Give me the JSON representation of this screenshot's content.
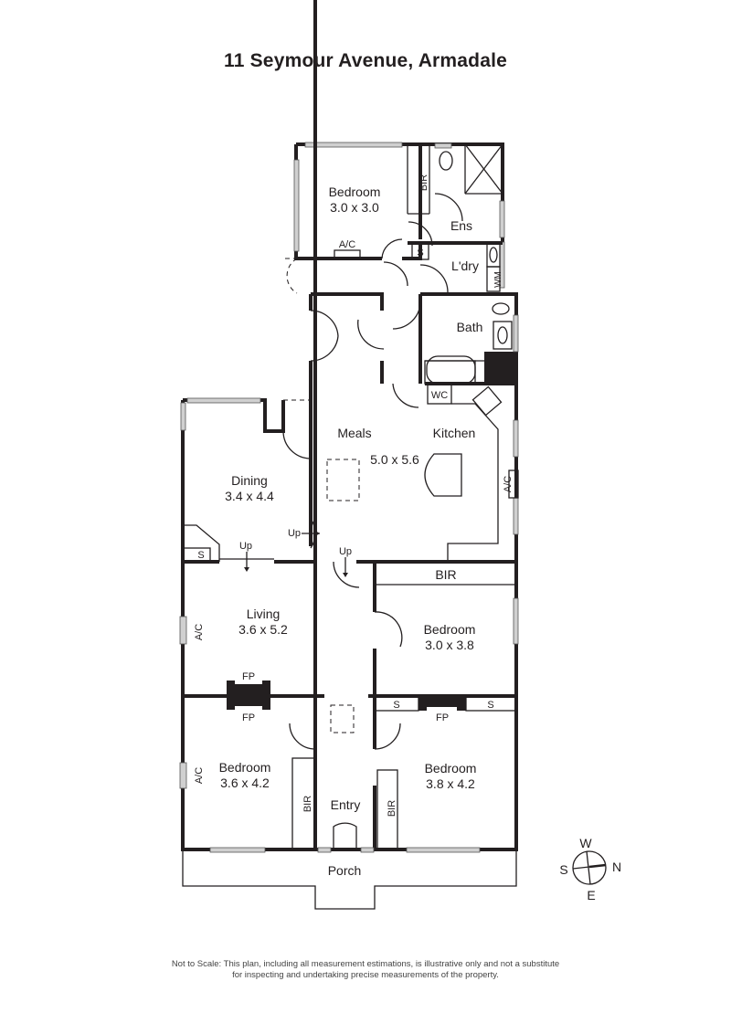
{
  "title": "11 Seymour Avenue, Armadale",
  "rooms": {
    "bedroom_rear": {
      "name": "Bedroom",
      "size": "3.0 x 3.0"
    },
    "ensuite": {
      "name": "Ens"
    },
    "laundry": {
      "name": "L'dry"
    },
    "bath": {
      "name": "Bath"
    },
    "meals": {
      "name": "Meals"
    },
    "kitchen": {
      "name": "Kitchen",
      "size": "5.0 x 5.6"
    },
    "dining": {
      "name": "Dining",
      "size": "3.4 x 4.4"
    },
    "living": {
      "name": "Living",
      "size": "3.6 x 5.2"
    },
    "bedroom_mid": {
      "name": "Bedroom",
      "size": "3.0 x 3.8"
    },
    "bedroom_front_left": {
      "name": "Bedroom",
      "size": "3.6 x 4.2"
    },
    "bedroom_front_right": {
      "name": "Bedroom",
      "size": "3.8 x 4.2"
    },
    "entry": {
      "name": "Entry"
    },
    "porch": {
      "name": "Porch"
    }
  },
  "fixtures": {
    "bir": "BIR",
    "ac": "A/C",
    "storage": "S",
    "wm": "WM",
    "wc": "WC",
    "fireplace": "FP",
    "up": "Up"
  },
  "compass": {
    "top": "W",
    "right": "N",
    "bottom": "E",
    "left": "S"
  },
  "disclaimer": {
    "line1": "Not to Scale: This plan, including all measurement estimations, is illustrative only and not a substitute",
    "line2": "for inspecting and undertaking precise measurements of the property."
  }
}
